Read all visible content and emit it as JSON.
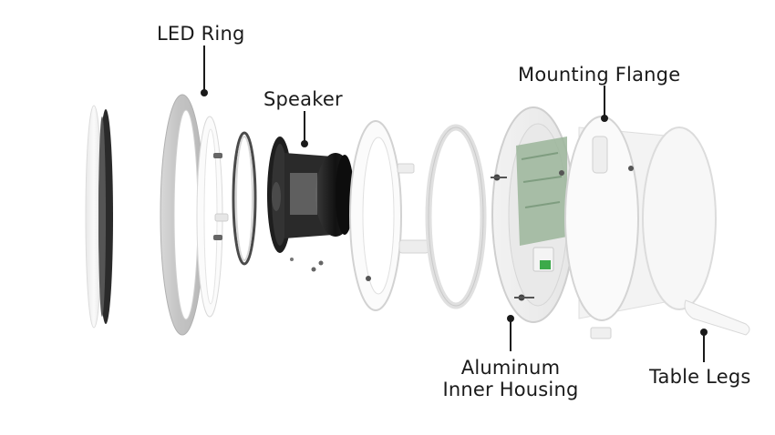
{
  "labels": {
    "led_ring": "LED Ring",
    "speaker": "Speaker",
    "mounting_flange": "Mounting Flange",
    "aluminum_inner_housing_line1": "Aluminum",
    "aluminum_inner_housing_line2": "Inner Housing",
    "table_legs": "Table Legs"
  },
  "colors": {
    "background": "#ffffff",
    "label_text": "#1a1a1a",
    "leader_line": "#1a1a1a",
    "part_white": "#f4f4f4",
    "part_outline": "#d6d6d6",
    "speaker_black": "#222222",
    "pcb_green": "#9bb59a"
  }
}
